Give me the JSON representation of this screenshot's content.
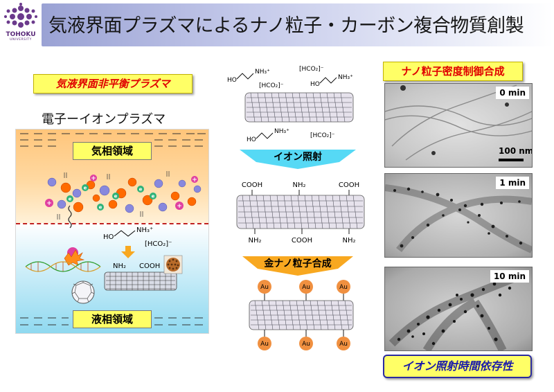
{
  "header": {
    "title": "気液界面プラズマによるナノ粒子・カーボン複合物質創製",
    "logo_text": "TOHOKU",
    "logo_subtext": "UNIVERSITY"
  },
  "left": {
    "tag": "気液界面非平衡プラズマ",
    "subtitle": "電子ーイオンプラズマ",
    "gas_label": "気相領域",
    "liquid_label": "液相領域",
    "molecule": {
      "ho": "HO",
      "nh3": "NH₃⁺",
      "hco2": "[HCO₂]⁻",
      "nh2": "NH₂",
      "cooh": "COOH"
    },
    "particles": {
      "electron": "e",
      "plus": "+"
    }
  },
  "center": {
    "top_molecules": {
      "ho1": "HO",
      "nh3_1": "NH₃⁺",
      "hco2_1": "[HCO₂]⁻",
      "hco2_2": "[HCO₂]⁻",
      "ho2": "HO",
      "nh3_2": "NH₃⁺",
      "ho3": "HO",
      "nh3_3": "NH₃⁺",
      "hco2_3": "[HCO₂]⁻"
    },
    "arrow1_label": "イオン照射",
    "functional_groups": {
      "top": [
        "COOH",
        "NH₂",
        "COOH"
      ],
      "bottom": [
        "NH₂",
        "COOH",
        "NH₂"
      ]
    },
    "arrow2_label": "金ナノ粒子合成",
    "au_label": "Au"
  },
  "right": {
    "tag": "ナノ粒子密度制御合成",
    "tem": [
      {
        "time": "0 min"
      },
      {
        "time": "1 min"
      },
      {
        "time": "10 min"
      }
    ],
    "scale_bar": "100 nm",
    "bottom_tag": "イオン照射時間依存性"
  },
  "colors": {
    "header_band": "#9aa2d4",
    "tag_yellow": "#ffff66",
    "tag_red": "#e00000",
    "tag_blue": "#1a1aaa",
    "arrow_cyan": "#56d9f5",
    "arrow_orange": "#f8a820",
    "au_orange": "#f09040",
    "ion_orange": "#ff6a00",
    "ion_blue": "#8888dd",
    "electron_green": "#2fb37a",
    "plus_pink": "#e040a0"
  }
}
